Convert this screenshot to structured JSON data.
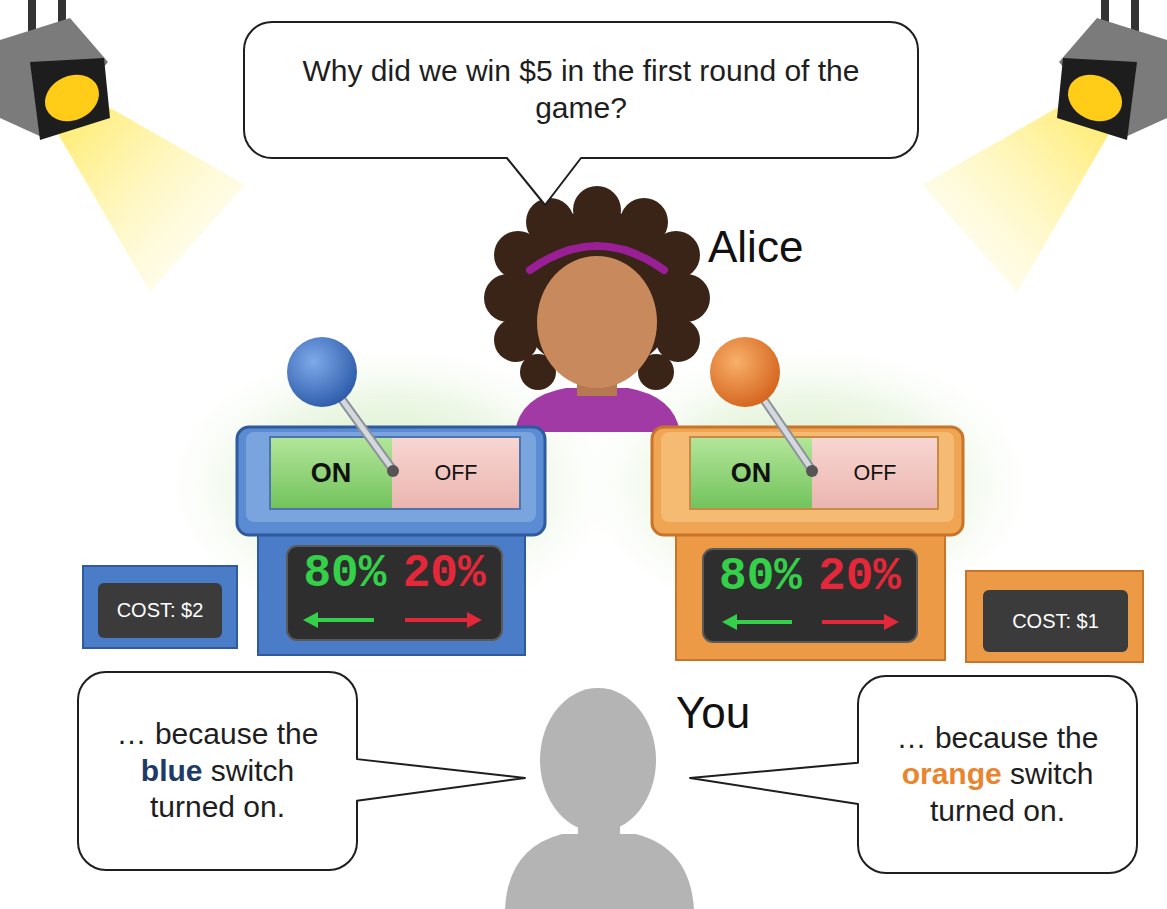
{
  "diagram": {
    "nodes": [
      {
        "text": [
          "Why did we win $5 in the first round of the game?"
        ]
      },
      {
        "text": [
          "ON",
          "OFF"
        ]
      },
      {
        "text": [
          "80%",
          "20%"
        ]
      },
      {
        "text": [
          "ON",
          "OFF"
        ]
      },
      {
        "text": [
          "80%",
          "20%"
        ]
      },
      {
        "text": [
          "COST: $2"
        ]
      },
      {
        "text": [
          "COST: $1"
        ]
      },
      {
        "text": [
          "… because the blue switch turned on."
        ]
      },
      {
        "text": [
          "… because the orange switch turned on."
        ]
      }
    ],
    "labels": [
      "Alice",
      "You"
    ]
  }
}
